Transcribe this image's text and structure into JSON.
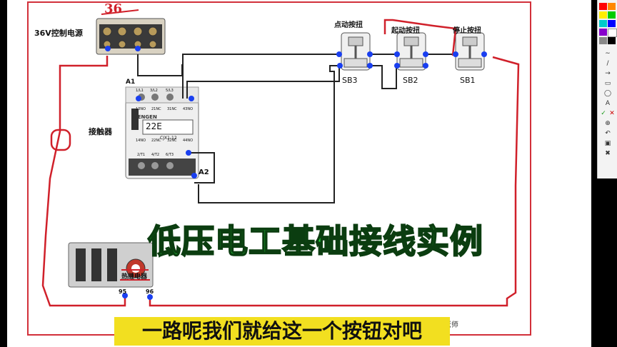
{
  "power_label": "36V控制电源",
  "voltage_annotation": "36",
  "contactor_label": "接触器",
  "contactor_a1": "A1",
  "contactor_a2": "A2",
  "contactor_brand": "TENGEN",
  "contactor_model": "22E",
  "contactor_type": "CJX1-12",
  "contactor_top_terminals": [
    "1/L1",
    "3/L2",
    "5/L3",
    "13NO"
  ],
  "contactor_top_terminals2": [
    "13NO",
    "21NC",
    "31NC",
    "43NO"
  ],
  "contactor_bottom_terminals": [
    "14NO",
    "22NC",
    "32NC",
    "44NO"
  ],
  "contactor_bottom_terminals2": [
    "2/T1",
    "4/T2",
    "6/T3"
  ],
  "buttons": [
    {
      "name": "点动按扭",
      "code": "SB3"
    },
    {
      "name": "起动按扭",
      "code": "SB2"
    },
    {
      "name": "停止按扭",
      "code": "SB1"
    }
  ],
  "relay_label": "热继电器",
  "relay_terminals": [
    "95",
    "96"
  ],
  "title": "低压电工基础接线实例",
  "subtitle": "一路呢我们就给这一个按钮对吧",
  "hidden_text_fragment": "老师",
  "colors": {
    "wire_red": "#d0202a",
    "wire_black": "#222222",
    "node_blue": "#1a3ff0",
    "frame_red": "#d2303a",
    "title_green": "#23e03c",
    "subtitle_bg": "#f2df20"
  },
  "toolbar": {
    "colors": [
      "#ff0000",
      "#ff8800",
      "#ffee00",
      "#00cc00",
      "#00cccc",
      "#0000ff",
      "#8800cc",
      "#ffffff",
      "#888888",
      "#000000"
    ],
    "tools": [
      "pen-icon",
      "line-icon",
      "arrow-icon",
      "rect-icon",
      "ellipse-icon",
      "text-icon",
      "check-icon",
      "cross-icon",
      "zoom-icon",
      "undo-icon",
      "save-icon",
      "delete-icon"
    ]
  }
}
